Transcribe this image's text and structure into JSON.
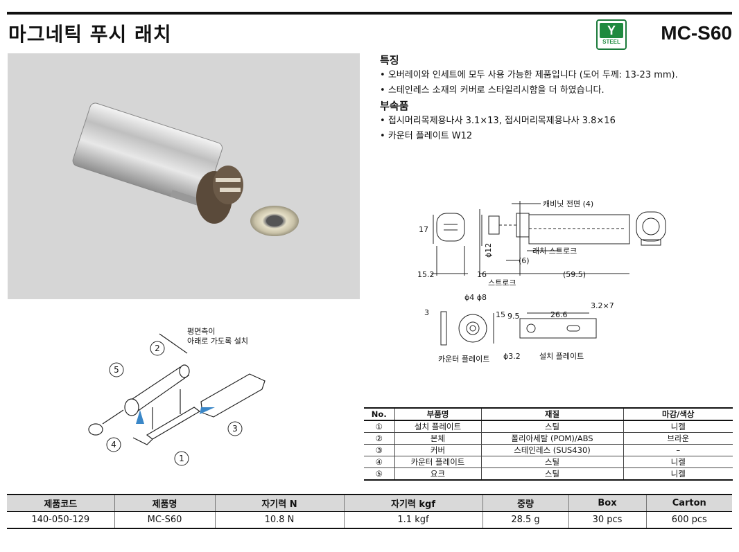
{
  "header": {
    "title": "마그네틱 푸시 래치",
    "model": "MC-S60",
    "badge_letter": "Y",
    "badge_label": "STEEL",
    "accent_color": "#1f8a3f"
  },
  "features": {
    "heading": "특징",
    "items": [
      "오버레이와 인세트에 모두 사용 가능한 제품입니다 (도어 두께: 13-23 mm).",
      "스테인레스 소재의 커버로 스타일리시함을 더 하였습니다."
    ],
    "accessories_heading": "부속품",
    "accessories": [
      "접시머리목제용나사 3.1×13, 접시머리목제용나사 3.8×16",
      "카운터 플레이트 W12"
    ]
  },
  "drawing": {
    "cabinet_face": "캐비닛 전면 (4)",
    "latch_stroke": "래치 스트로크",
    "stroke": "스트로크",
    "dim_17": "17",
    "dim_phi12": "ϕ12",
    "dim_6": "(6)",
    "dim_15_2": "15.2",
    "dim_16": "16",
    "dim_59_5": "(59.5)",
    "dim_3": "3",
    "dim_phi4_8": "ϕ4  ϕ8",
    "dim_15": "15",
    "dim_9_5": "9.5",
    "dim_26_6": "26.6",
    "dim_3_2x7": "3.2×7",
    "dim_phi3_2": "ϕ3.2",
    "counter_plate": "카운터 플레이트",
    "mount_plate": "설치 플레이트"
  },
  "assembly": {
    "note_line1": "평면측이",
    "note_line2": "아래로 가도록 설치",
    "callouts": [
      "1",
      "2",
      "3",
      "4",
      "5"
    ]
  },
  "parts_table": {
    "headers": [
      "No.",
      "부품명",
      "재질",
      "마감/색상"
    ],
    "rows": [
      [
        "①",
        "설치 플레이트",
        "스틸",
        "니켈"
      ],
      [
        "②",
        "본체",
        "폴리아세탈 (POM)/ABS",
        "브라운"
      ],
      [
        "③",
        "커버",
        "스테인레스 (SUS430)",
        "–"
      ],
      [
        "④",
        "카운터 플레이트",
        "스틸",
        "니켈"
      ],
      [
        "⑤",
        "요크",
        "스틸",
        "니켈"
      ]
    ]
  },
  "spec_table": {
    "headers": [
      "제품코드",
      "제품명",
      "자기력 N",
      "자기력 kgf",
      "중량",
      "Box",
      "Carton"
    ],
    "row": [
      "140-050-129",
      "MC-S60",
      "10.8 N",
      "1.1 kgf",
      "28.5 g",
      "30 pcs",
      "600 pcs"
    ]
  }
}
